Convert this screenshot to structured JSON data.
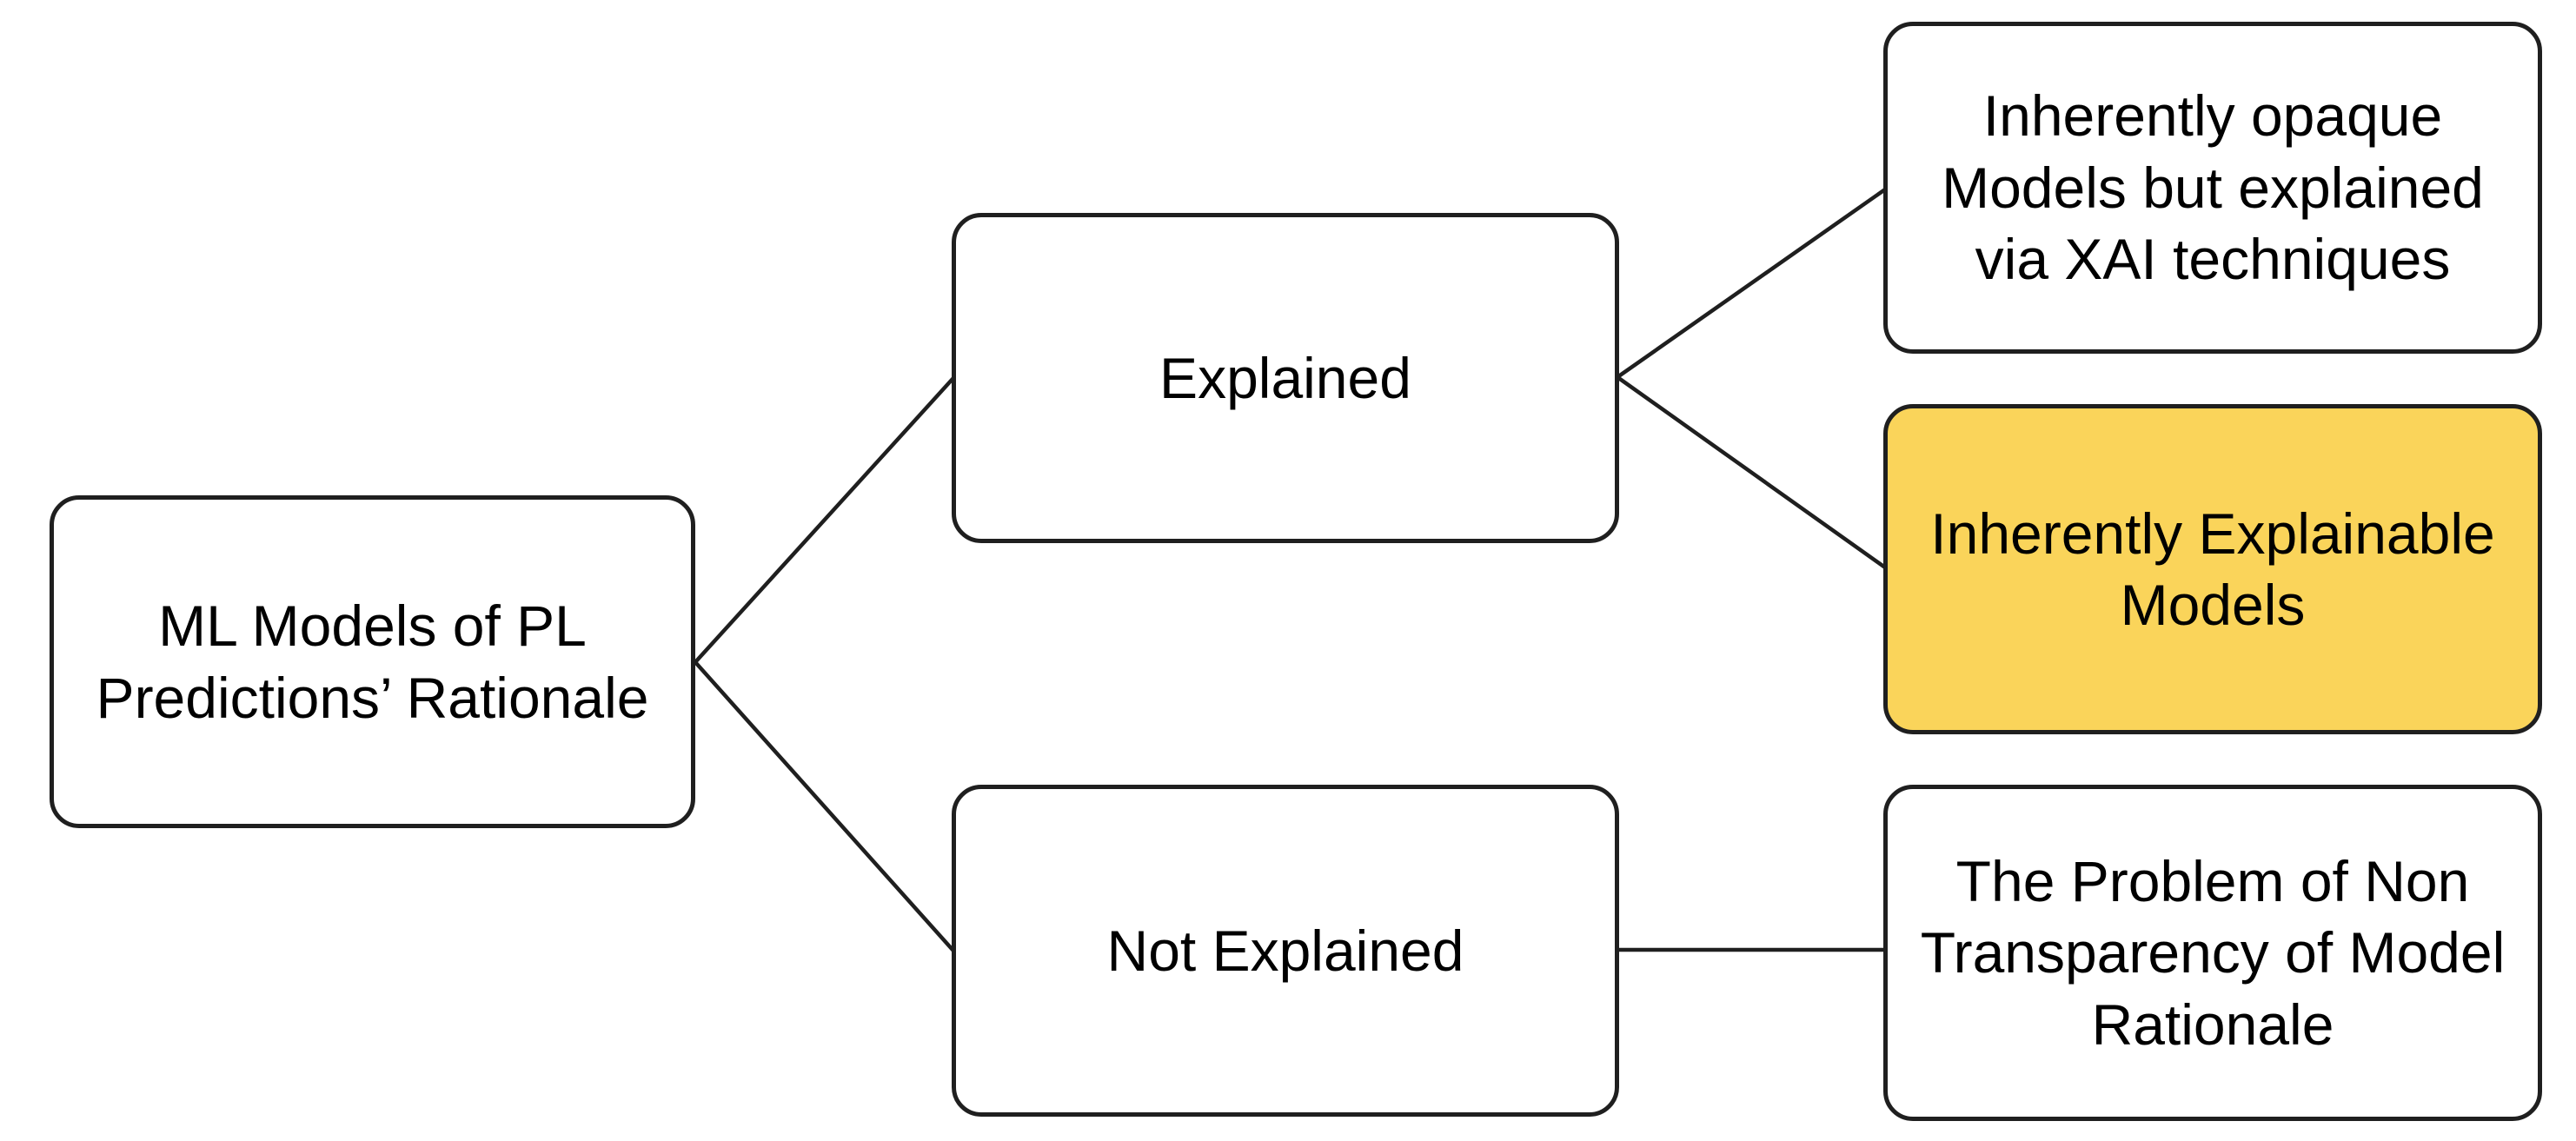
{
  "figure": {
    "type": "tree-diagram",
    "orientation": "left-to-right",
    "colors": {
      "background": "#ffffff",
      "box_border": "#1f1f1f",
      "highlight_fill": "#FAD45A",
      "text_color": "#000000"
    },
    "root": {
      "label": "ML Models of PL\nPredictions’ Rationale"
    },
    "children": [
      {
        "id": "explained",
        "label": "Explained"
      },
      {
        "id": "not-explained",
        "label": "Not Explained"
      }
    ],
    "leaves": [
      {
        "id": "opaque-xai",
        "label": "Inherently opaque\nModels but explained\nvia XAI techniques",
        "parent": "explained",
        "highlighted": false
      },
      {
        "id": "inherently-explainable",
        "label": "Inherently Explainable\nModels",
        "parent": "explained",
        "highlighted": true
      },
      {
        "id": "non-transparency",
        "label": "The Problem of Non\nTransparency of Model\nRationale",
        "parent": "not-explained",
        "highlighted": false
      }
    ]
  }
}
